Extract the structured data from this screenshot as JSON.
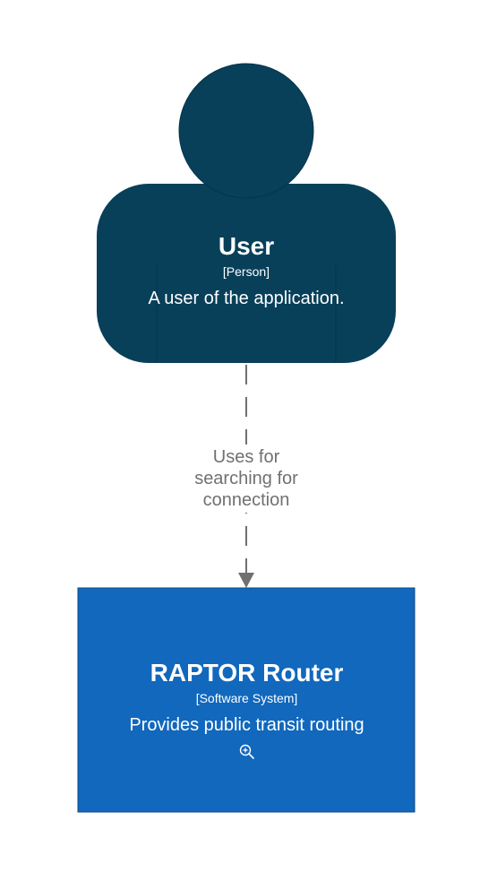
{
  "person": {
    "name": "User",
    "kind": "[Person]",
    "description": "A user of the application.",
    "color": "#08405a"
  },
  "system": {
    "name": "RAPTOR Router",
    "kind": "[Software System]",
    "description": "Provides public transit routing",
    "color": "#1168bd",
    "icon": "zoom-in-icon"
  },
  "relationship": {
    "label": "Uses for searching for connection",
    "color": "#707070"
  }
}
